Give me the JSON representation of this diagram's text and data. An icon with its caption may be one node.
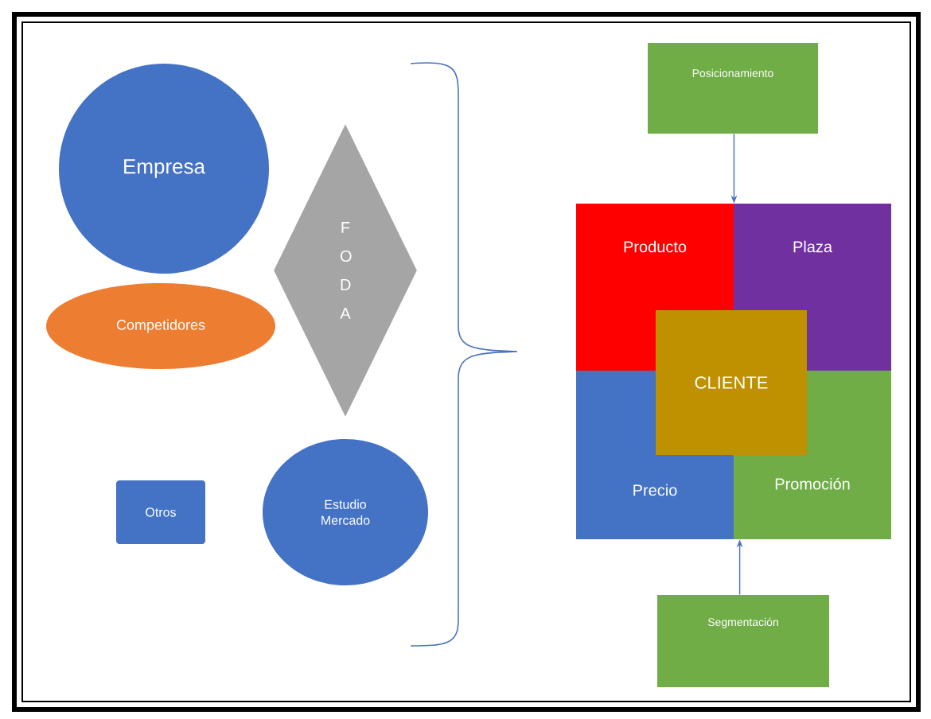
{
  "diagram": {
    "nodes": [
      {
        "text": [
          "Empresa"
        ]
      },
      {
        "text": [
          "F O D A"
        ]
      },
      {
        "text": [
          "Competidores"
        ]
      },
      {
        "text": [
          "Otros"
        ]
      },
      {
        "text": [
          "Estudio Mercado"
        ]
      },
      {
        "text": [
          "Posicionamiento"
        ]
      },
      {
        "text": [
          "Producto"
        ]
      },
      {
        "text": [
          "Plaza"
        ]
      },
      {
        "text": [
          "CLIENTE"
        ]
      },
      {
        "text": [
          "Precio"
        ]
      },
      {
        "text": [
          "Promoción"
        ]
      },
      {
        "text": [
          "Segmentación"
        ]
      }
    ],
    "edges": [
      {
        "from": 5,
        "to": 6,
        "arrow": "to"
      },
      {
        "from": 11,
        "to": 10,
        "arrow": "to"
      }
    ]
  }
}
